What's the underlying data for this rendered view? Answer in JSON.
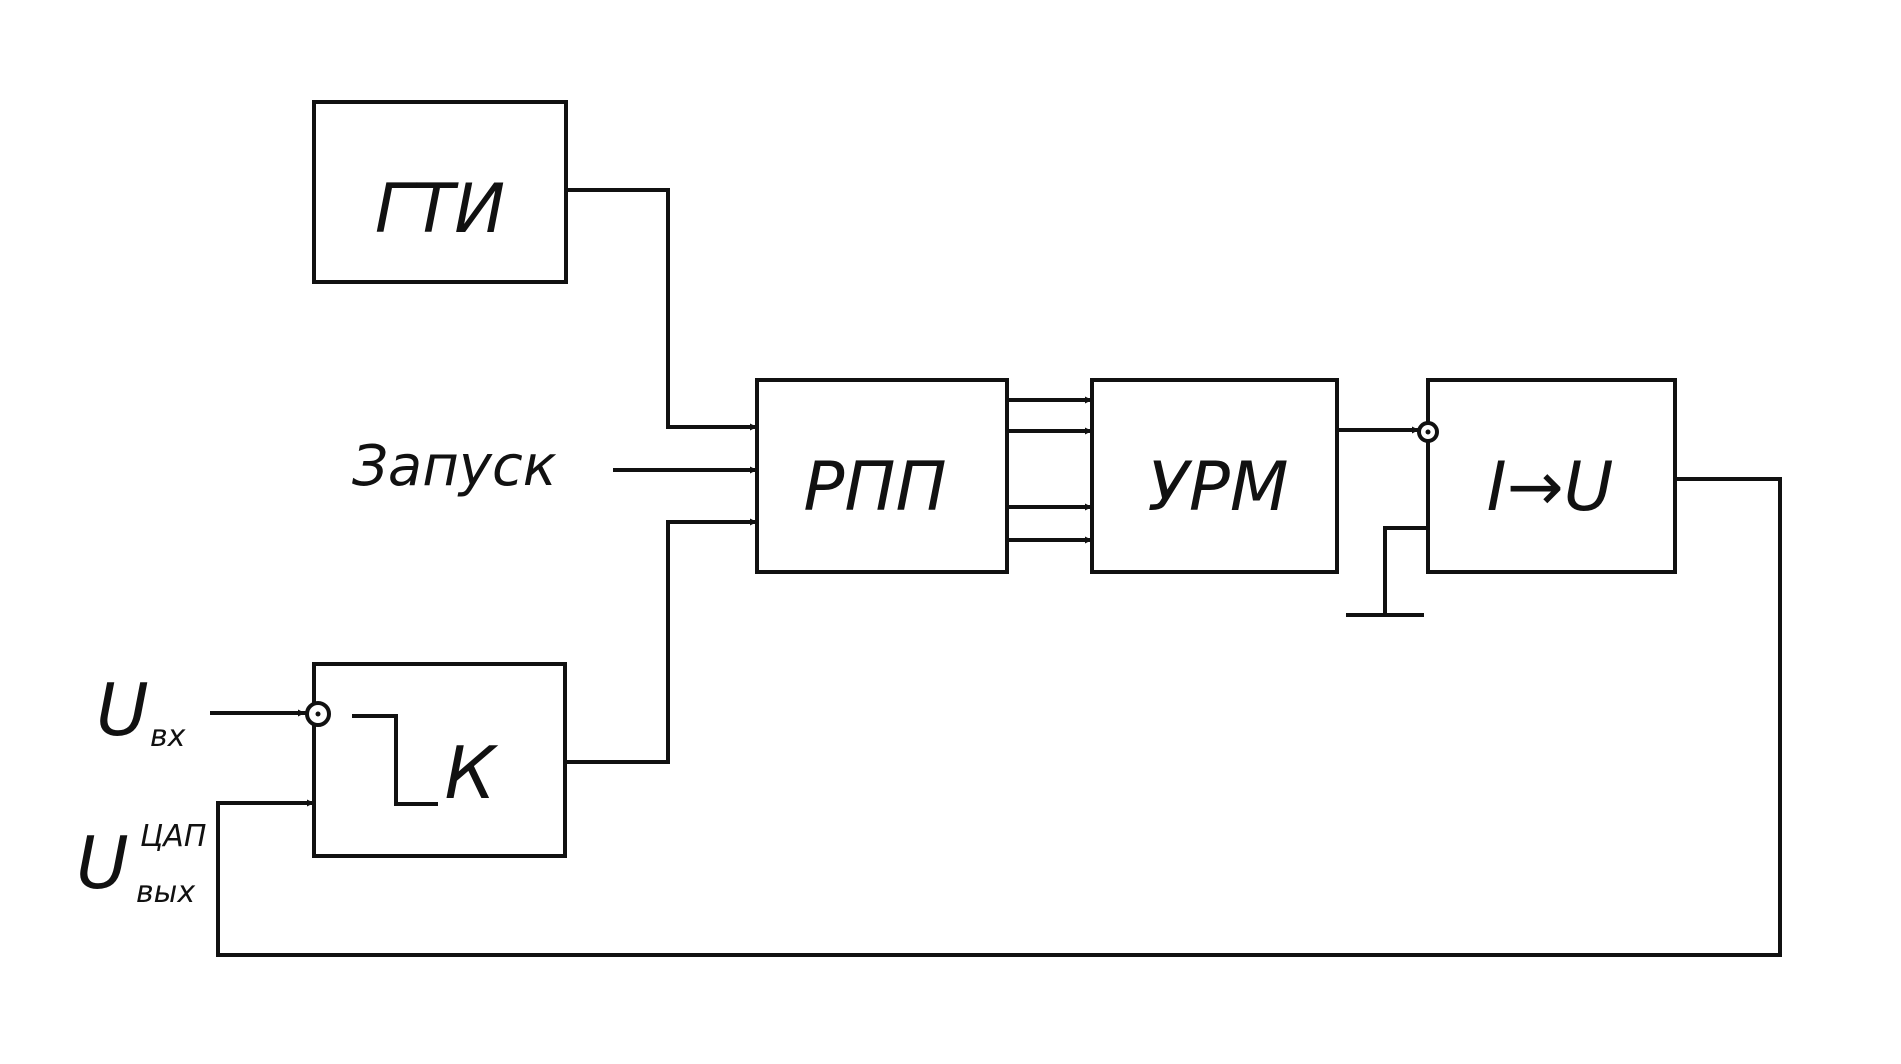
{
  "blocks": {
    "gti": "ГТИ",
    "rpp": "РПП",
    "urm": "УРМ",
    "iu": "I→U",
    "k": "К"
  },
  "labels": {
    "zapusk": "Запуск",
    "u_main": "U",
    "u_in_sub": "вх",
    "u_out_sub": "вых",
    "u_out_sup": "ЦАП"
  }
}
